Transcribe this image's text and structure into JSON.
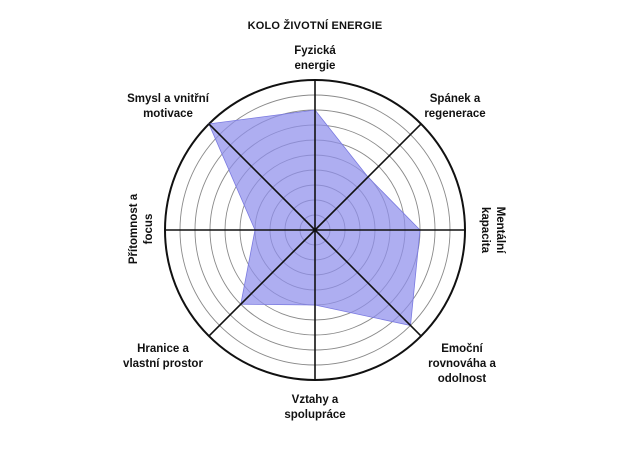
{
  "chart_data": {
    "type": "radar",
    "title": "KOLO ŽIVOTNÍ ENERGIE",
    "axes": [
      "Fyzická\nenergie",
      "Spánek a\nregenerace",
      "Mentální\nkapacita",
      "Emoční\nrovnováha a\nodolnost",
      "Vztahy a\nspolupráce",
      "Hranice a\nvlastní prostor",
      "Přítomnost a\nfocus",
      "Smysl a vnitřní\nmotivace"
    ],
    "rings": 10,
    "rmax": 10,
    "values": [
      8,
      5,
      7,
      9,
      5,
      7,
      4,
      10
    ],
    "fill_color": "#8f8fec",
    "fill_opacity": 0.72,
    "grid": true
  }
}
